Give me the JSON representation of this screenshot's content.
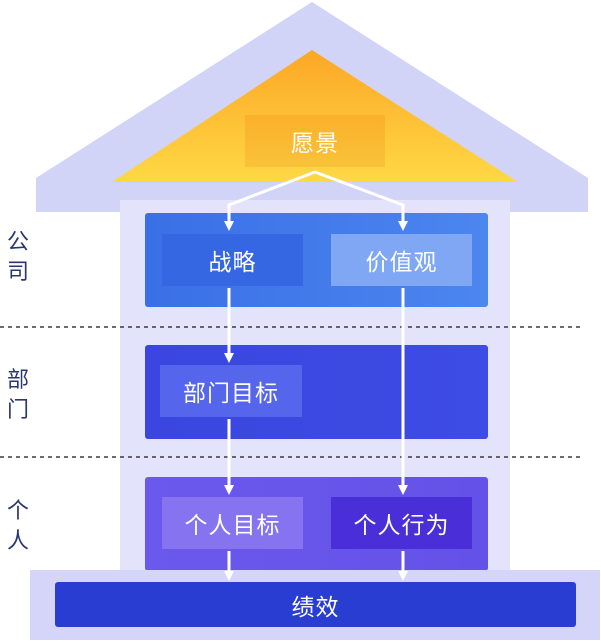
{
  "house": {
    "roof_label": "愿景",
    "company_boxes": [
      "战略",
      "价值观"
    ],
    "department_box": "部门目标",
    "individual_boxes": [
      "个人目标",
      "个人行为"
    ],
    "foundation_label": "绩效"
  },
  "side_labels": {
    "company": "公司",
    "department": "部门",
    "individual": "个人"
  },
  "colors": {
    "house_body": "#e3e4fb",
    "roof_outer": "#d2d4f7",
    "roof_gold_top": "#fbb52a",
    "roof_gold_bottom": "#ffd743",
    "company_row": "#3e78e8",
    "department_row": "#3b48e0",
    "individual_row": "#6a55ea",
    "foundation": "#2a3dd2",
    "arrow": "#ffffff",
    "dashed_line": "#3a3a3a"
  }
}
